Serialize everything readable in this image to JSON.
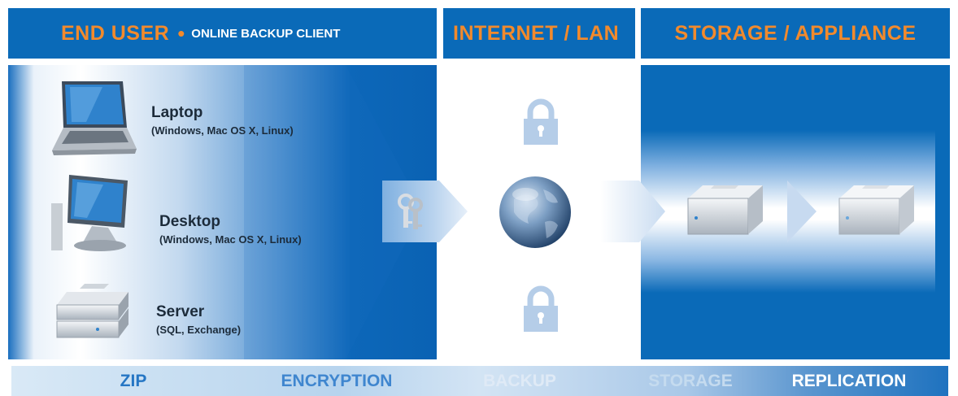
{
  "colors": {
    "brand_blue": "#0a6ab8",
    "accent_orange": "#f28a2c",
    "dark_text": "#1c2b3a"
  },
  "header": {
    "end_user_title": "END USER",
    "end_user_sub": "ONLINE BACKUP CLIENT",
    "bullet": "•",
    "internet_title": "INTERNET / LAN",
    "storage_title": "STORAGE / APPLIANCE"
  },
  "devices": [
    {
      "name": "Laptop",
      "os": "(Windows, Mac OS X, Linux)",
      "icon": "laptop-icon"
    },
    {
      "name": "Desktop",
      "os": "(Windows, Mac OS X, Linux)",
      "icon": "desktop-icon"
    },
    {
      "name": "Server",
      "os": "(SQL, Exchange)",
      "icon": "server-icon"
    }
  ],
  "icons": {
    "keys": "keys-icon",
    "lock": "lock-icon",
    "globe": "globe-icon",
    "storage_drive": "hard-drive-icon",
    "arrow": "arrow-icon"
  },
  "stages": [
    {
      "label": "ZIP",
      "color": "#2576c4"
    },
    {
      "label": "ENCRYPTION",
      "color": "#3f86cf"
    },
    {
      "label": "BACKUP",
      "color": "#dfeaf6"
    },
    {
      "label": "STORAGE",
      "color": "#c5dbef"
    },
    {
      "label": "REPLICATION",
      "color": "#ffffff"
    }
  ]
}
